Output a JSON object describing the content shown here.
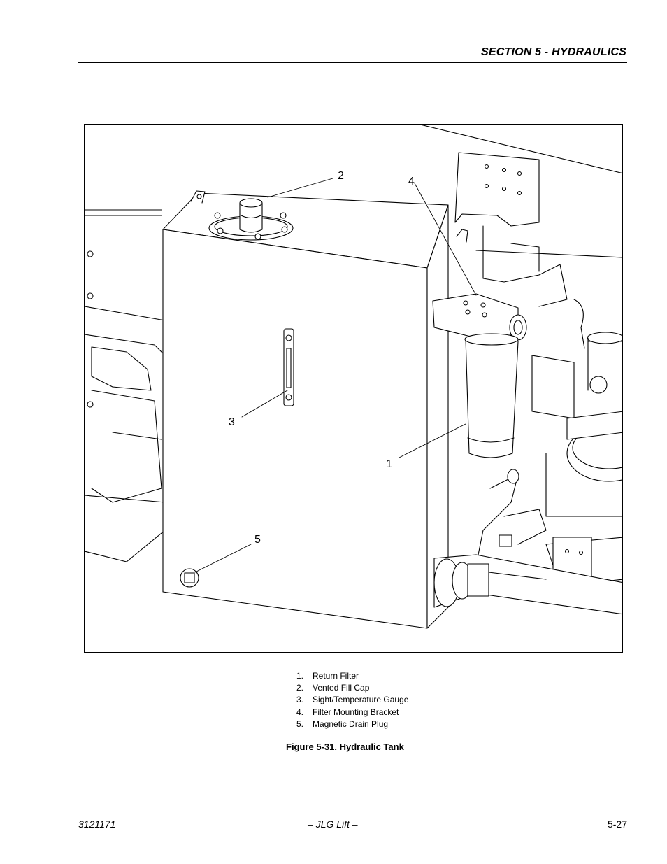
{
  "header": {
    "section_title": "SECTION 5 - HYDRAULICS"
  },
  "figure": {
    "callouts": [
      "1",
      "2",
      "3",
      "4",
      "5"
    ],
    "legend": [
      {
        "num": "1.",
        "label": "Return Filter"
      },
      {
        "num": "2.",
        "label": "Vented Fill Cap"
      },
      {
        "num": "3.",
        "label": "Sight/Temperature Gauge"
      },
      {
        "num": "4.",
        "label": "Filter Mounting Bracket"
      },
      {
        "num": "5.",
        "label": "Magnetic Drain Plug"
      }
    ],
    "caption": "Figure 5-31.  Hydraulic Tank"
  },
  "footer": {
    "doc_number": "3121171",
    "center": "– JLG Lift –",
    "page_number": "5-27"
  }
}
